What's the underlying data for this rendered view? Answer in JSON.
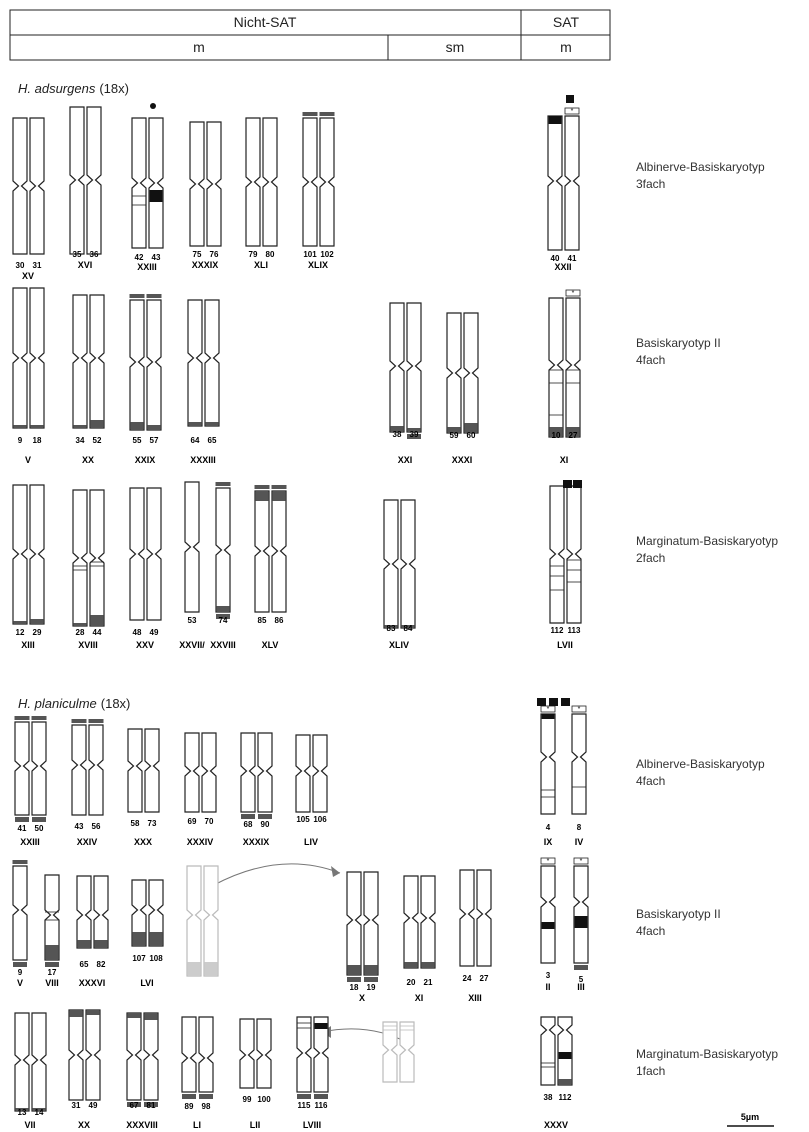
{
  "header": {
    "nicht_sat": "Nicht-SAT",
    "sat": "SAT",
    "m_left": "m",
    "sm": "sm",
    "m_right": "m"
  },
  "species1": {
    "name": "H. adsurgens",
    "ploidy": "(18x)"
  },
  "species2": {
    "name": "H. planiculme",
    "ploidy": "(18x)"
  },
  "side_labels": [
    {
      "line1": "Albinerve-Basiskaryotyp",
      "line2": "3fach"
    },
    {
      "line1": "Basiskaryotyp II",
      "line2": "4fach"
    },
    {
      "line1": "Marginatum-Basiskaryotyp",
      "line2": "2fach"
    },
    {
      "line1": "Albinerve-Basiskaryotyp",
      "line2": "4fach"
    },
    {
      "line1": "Basiskaryotyp II",
      "line2": "4fach"
    },
    {
      "line1": "Marginatum-Basiskaryotyp",
      "line2": "1fach"
    }
  ],
  "scale_label": "5µm",
  "colors": {
    "dark_band": "#555555",
    "black_band": "#111111",
    "faded": "#bbbbbb",
    "outline": "#222222"
  },
  "chromosome_groups": [
    {
      "roman": "XV",
      "numbers": [
        "30",
        "31"
      ]
    },
    {
      "roman": "XVI",
      "numbers": [
        "35",
        "36"
      ]
    },
    {
      "roman": "XXIII",
      "numbers": [
        "42",
        "43"
      ]
    },
    {
      "roman": "XXXIX",
      "numbers": [
        "75",
        "76"
      ]
    },
    {
      "roman": "XLI",
      "numbers": [
        "79",
        "80"
      ]
    },
    {
      "roman": "XLIX",
      "numbers": [
        "101",
        "102"
      ]
    },
    {
      "roman": "XXII",
      "numbers": [
        "40",
        "41"
      ]
    },
    {
      "roman": "V",
      "numbers": [
        "9",
        "18"
      ]
    },
    {
      "roman": "XX",
      "numbers": [
        "34",
        "52"
      ]
    },
    {
      "roman": "XXIX",
      "numbers": [
        "55",
        "57"
      ]
    },
    {
      "roman": "XXXIII",
      "numbers": [
        "64",
        "65"
      ]
    },
    {
      "roman": "XXI",
      "numbers": [
        "38",
        "39"
      ]
    },
    {
      "roman": "XXXI",
      "numbers": [
        "59",
        "60"
      ]
    },
    {
      "roman": "XI",
      "numbers": [
        "10",
        "27"
      ]
    },
    {
      "roman": "XIII",
      "numbers": [
        "12",
        "29"
      ]
    },
    {
      "roman": "XVIII",
      "numbers": [
        "28",
        "44"
      ]
    },
    {
      "roman": "XXV",
      "numbers": [
        "48",
        "49"
      ]
    },
    {
      "roman": "XXVII/",
      "numbers": [
        "53"
      ]
    },
    {
      "roman": "XXVIII",
      "numbers": [
        "74"
      ]
    },
    {
      "roman": "XLV",
      "numbers": [
        "85",
        "86"
      ]
    },
    {
      "roman": "XLIV",
      "numbers": [
        "83",
        "84"
      ]
    },
    {
      "roman": "LVII",
      "numbers": [
        "112",
        "113"
      ]
    },
    {
      "roman": "XXIII",
      "numbers": [
        "41",
        "50"
      ]
    },
    {
      "roman": "XXIV",
      "numbers": [
        "43",
        "56"
      ]
    },
    {
      "roman": "XXX",
      "numbers": [
        "58",
        "73"
      ]
    },
    {
      "roman": "XXXIV",
      "numbers": [
        "69",
        "70"
      ]
    },
    {
      "roman": "XXXIX",
      "numbers": [
        "68",
        "90"
      ]
    },
    {
      "roman": "LIV",
      "numbers": [
        "105",
        "106"
      ]
    },
    {
      "roman": "IX",
      "numbers": [
        "4"
      ]
    },
    {
      "roman": "IV",
      "numbers": [
        "8"
      ]
    },
    {
      "roman": "V",
      "numbers": [
        "9"
      ]
    },
    {
      "roman": "VIII",
      "numbers": [
        "17"
      ]
    },
    {
      "roman": "XXXVI",
      "numbers": [
        "65",
        "82"
      ]
    },
    {
      "roman": "LVI",
      "numbers": [
        "107",
        "108"
      ]
    },
    {
      "roman": "X",
      "numbers": [
        "18",
        "19"
      ]
    },
    {
      "roman": "XI",
      "numbers": [
        "20",
        "21"
      ]
    },
    {
      "roman": "XIII",
      "numbers": [
        "24",
        "27"
      ]
    },
    {
      "roman": "II",
      "numbers": [
        "3"
      ]
    },
    {
      "roman": "III",
      "numbers": [
        "5"
      ]
    },
    {
      "roman": "VII",
      "numbers": [
        "13",
        "14"
      ]
    },
    {
      "roman": "XX",
      "numbers": [
        "31",
        "49"
      ]
    },
    {
      "roman": "XXXVIII",
      "numbers": [
        "67",
        "81"
      ]
    },
    {
      "roman": "LI",
      "numbers": [
        "89",
        "98"
      ]
    },
    {
      "roman": "LII",
      "numbers": [
        "99",
        "100"
      ]
    },
    {
      "roman": "LVIII",
      "numbers": [
        "115",
        "116"
      ]
    },
    {
      "roman": "XXXV",
      "numbers": [
        "38",
        "112"
      ]
    }
  ]
}
